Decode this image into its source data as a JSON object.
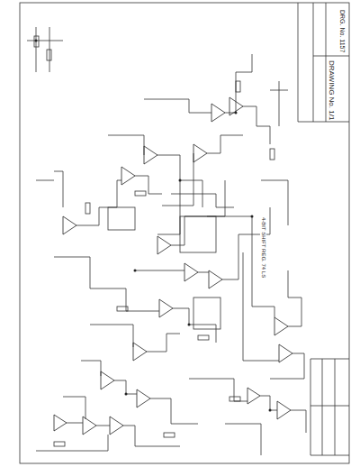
{
  "diagram": {
    "labels": [
      "DRG. No. 1157",
      "DRAWING No. 1/1",
      "4-BIT SHIFT REG. 74 LS"
    ]
  }
}
